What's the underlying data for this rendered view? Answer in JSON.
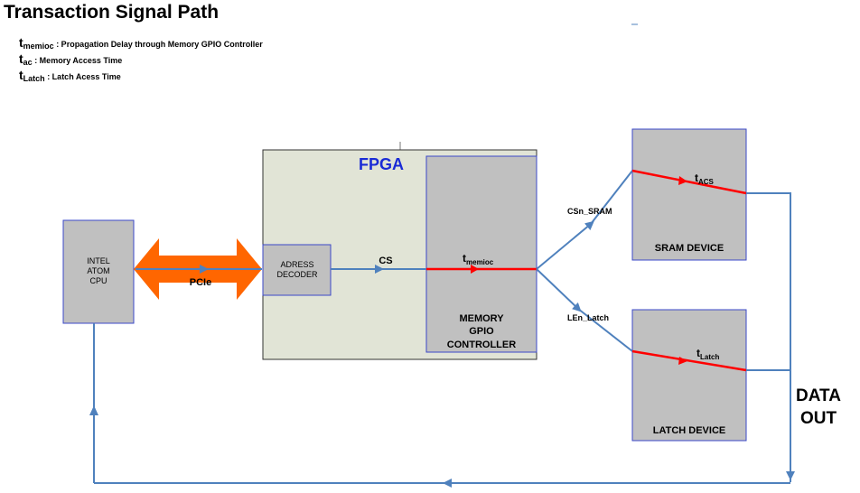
{
  "title": "Transaction Signal Path",
  "legend": [
    {
      "symbol": "t",
      "sub": "memioc",
      "text": " : Propagation Delay through Memory GPIO Controller"
    },
    {
      "symbol": "t",
      "sub": "ac",
      "text": " : Memory Access Time"
    },
    {
      "symbol": "t",
      "sub": "Latch",
      "text": " : Latch Acess Time"
    }
  ],
  "blocks": {
    "cpu": [
      "INTEL",
      "ATOM",
      "CPU"
    ],
    "fpga": "FPGA",
    "decoder": [
      "ADRESS",
      "DECODER"
    ],
    "controller": [
      "MEMORY",
      "GPIO",
      "CONTROLLER"
    ],
    "sram": "SRAM DEVICE",
    "latch": "LATCH DEVICE"
  },
  "signals": {
    "pcie": "PCIe",
    "cs": "CS",
    "csn_sram": "CSn_SRAM",
    "len_latch": "LEn_Latch",
    "data_out": [
      "DATA",
      "OUT"
    ]
  },
  "timing": {
    "memioc": {
      "main": "t",
      "sub": "memioc"
    },
    "acs": {
      "main": "t",
      "sub": "ACS"
    },
    "latch": {
      "main": "t",
      "sub": "Latch"
    }
  },
  "colors": {
    "block_fill": "#c0c0c0",
    "block_stroke": "#3b49c8",
    "fpga_fill": "#e1e4d6",
    "signal": "#4f81bd",
    "timing_path": "#ff0000",
    "pcie_arrow": "#ff6600",
    "fpga_label": "#1a2bd6"
  }
}
